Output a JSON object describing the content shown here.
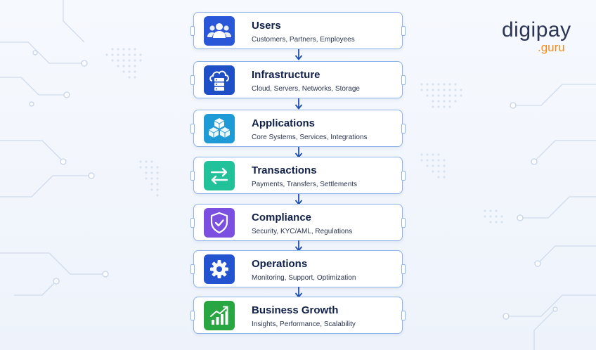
{
  "logo": {
    "text_main": "digipay",
    "text_sub": ".guru"
  },
  "colors": {
    "card_border": "#8eb4ea",
    "arrow": "#1f4fb3",
    "title": "#10204a",
    "logo_dark": "#2b3554",
    "logo_accent": "#2d7dd8",
    "logo_orange": "#f28c1a"
  },
  "layers": [
    {
      "title": "Users",
      "subtitle": "Customers, Partners, Employees",
      "icon": "users-icon",
      "color": "#2a56d8"
    },
    {
      "title": "Infrastructure",
      "subtitle": "Cloud, Servers, Networks, Storage",
      "icon": "cloud-server-icon",
      "color": "#1f4fc7"
    },
    {
      "title": "Applications",
      "subtitle": "Core Systems, Services, Integrations",
      "icon": "cubes-icon",
      "color": "#1e9bd6"
    },
    {
      "title": "Transactions",
      "subtitle": "Payments, Transfers, Settlements",
      "icon": "exchange-arrows-icon",
      "color": "#21c19a"
    },
    {
      "title": "Compliance",
      "subtitle": "Security, KYC/AML, Regulations",
      "icon": "shield-check-icon",
      "color": "#7b4fe0"
    },
    {
      "title": "Operations",
      "subtitle": "Monitoring, Support, Optimization",
      "icon": "gear-icon",
      "color": "#2453d0"
    },
    {
      "title": "Business Growth",
      "subtitle": "Insights, Performance, Scalability",
      "icon": "growth-chart-icon",
      "color": "#27a642"
    }
  ]
}
